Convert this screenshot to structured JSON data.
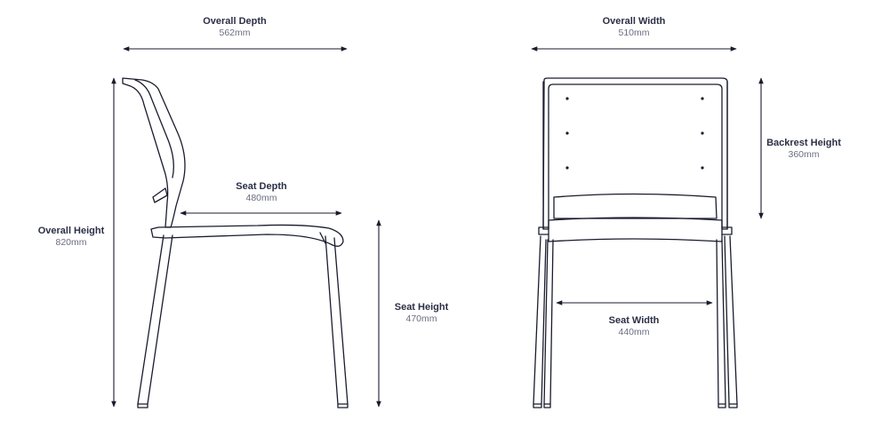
{
  "colors": {
    "ink": "#1a1c2e",
    "title": "#2b2f45",
    "value": "#6b6e80",
    "background": "#ffffff"
  },
  "side_view": {
    "overall_depth": {
      "title": "Overall Depth",
      "value": "562mm"
    },
    "overall_height": {
      "title": "Overall Height",
      "value": "820mm"
    },
    "seat_depth": {
      "title": "Seat Depth",
      "value": "480mm"
    },
    "seat_height": {
      "title": "Seat Height",
      "value": "470mm"
    }
  },
  "front_view": {
    "overall_width": {
      "title": "Overall Width",
      "value": "510mm"
    },
    "backrest_height": {
      "title": "Backrest Height",
      "value": "360mm"
    },
    "seat_width": {
      "title": "Seat Width",
      "value": "440mm"
    }
  }
}
